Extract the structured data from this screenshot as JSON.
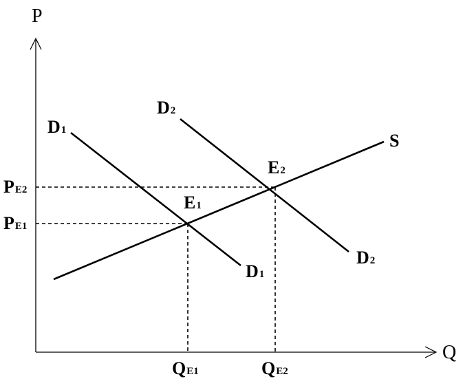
{
  "axes": {
    "y_label": "P",
    "x_label": "Q"
  },
  "curves": {
    "demand1": {
      "name": "D",
      "sub": "1"
    },
    "demand2": {
      "name": "D",
      "sub": "2"
    },
    "supply": {
      "name": "S"
    }
  },
  "equilibria": {
    "e1": {
      "name": "E",
      "sub": "1"
    },
    "e2": {
      "name": "E",
      "sub": "2"
    }
  },
  "price_labels": {
    "pe1": {
      "name": "P",
      "sub": "E1"
    },
    "pe2": {
      "name": "P",
      "sub": "E2"
    }
  },
  "quantity_labels": {
    "qe1": {
      "name": "Q",
      "sub": "E1"
    },
    "qe2": {
      "name": "Q",
      "sub": "E2"
    }
  }
}
